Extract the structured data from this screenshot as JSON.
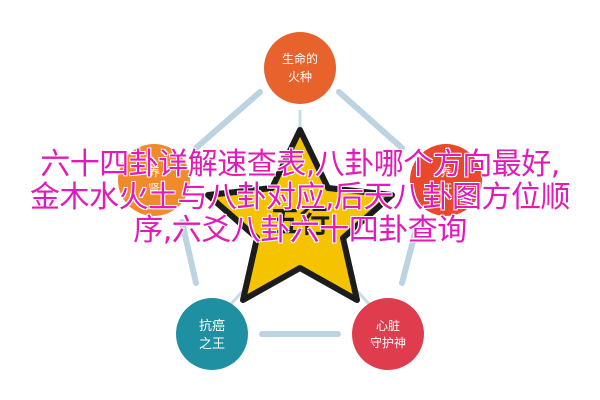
{
  "diagram": {
    "nodes": [
      {
        "id": "top",
        "line1": "生命的",
        "line2": "火种"
      },
      {
        "id": "left",
        "line1": "养",
        "line2": "肾"
      },
      {
        "id": "right",
        "line1": "养",
        "line2": "肝"
      },
      {
        "id": "bottom_left",
        "line1": "抗癌",
        "line2": "之王"
      },
      {
        "id": "bottom_right",
        "line1": "心脏",
        "line2": "守护神"
      }
    ],
    "center_label": "五行"
  },
  "overlay_text": {
    "line1": "六十四卦详解速查表,八卦哪个方向最好,",
    "line2": "金木水火土与八卦对应,后天八卦图方位顺",
    "line3": "序,六爻八卦六十四卦查询"
  },
  "colors": {
    "overlay": "#e21ab7",
    "top": "#e8622c",
    "left": "#f08a2a",
    "right": "#e8492c",
    "bottom_left": "#1f8fa2",
    "bottom_right": "#df3c4e",
    "star": "#f6c300",
    "star_border": "#1c1c1c",
    "arrows": "#bcd3e2"
  }
}
